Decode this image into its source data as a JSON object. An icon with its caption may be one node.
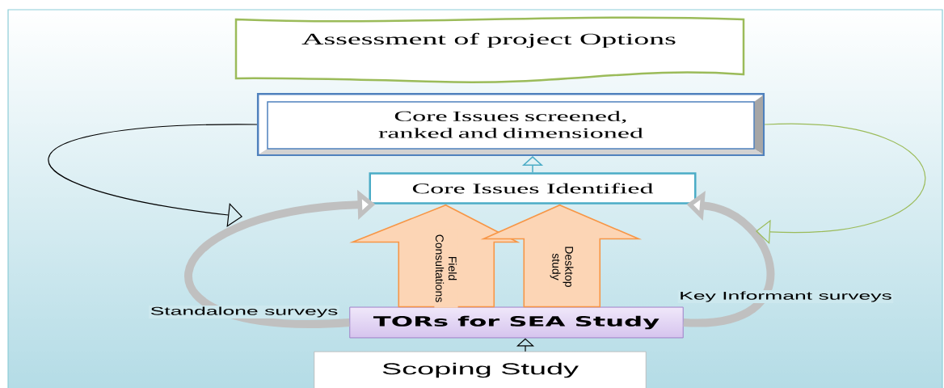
{
  "diagram": {
    "nodes": [
      {
        "text": [
          "Assessment of project Options"
        ]
      },
      {
        "text": [
          "Core Issues screened, ranked and dimensioned"
        ]
      },
      {
        "text": [
          "Core Issues Identified"
        ]
      },
      {
        "text": [
          "TORs for SEA Study"
        ]
      },
      {
        "text": [
          "Scoping Study"
        ]
      }
    ],
    "edges": [
      {
        "from": 4,
        "to": 3,
        "arrow": "to"
      },
      {
        "from": 2,
        "to": 1,
        "arrow": "to",
        "color": "#4bacc6"
      },
      {
        "from": 3,
        "to": 2,
        "arrow": "to",
        "label": "Field Consultations",
        "style": "thick",
        "color": "#fcd5b5"
      },
      {
        "from": 3,
        "to": 2,
        "arrow": "to",
        "label": "Desktop study",
        "style": "thick",
        "color": "#fcd5b5"
      },
      {
        "from": 3,
        "to": 2,
        "arrow": "to",
        "label": "Standalone surveys",
        "style": "thick",
        "color": "#c0c0c0"
      },
      {
        "from": 3,
        "to": 2,
        "arrow": "to",
        "label": "Key Informant surveys",
        "style": "thick",
        "color": "#c0c0c0"
      },
      {
        "from": 1,
        "to": null,
        "arrow": "to"
      },
      {
        "from": 1,
        "to": null,
        "arrow": "to",
        "color": "#9bbb59"
      }
    ]
  }
}
